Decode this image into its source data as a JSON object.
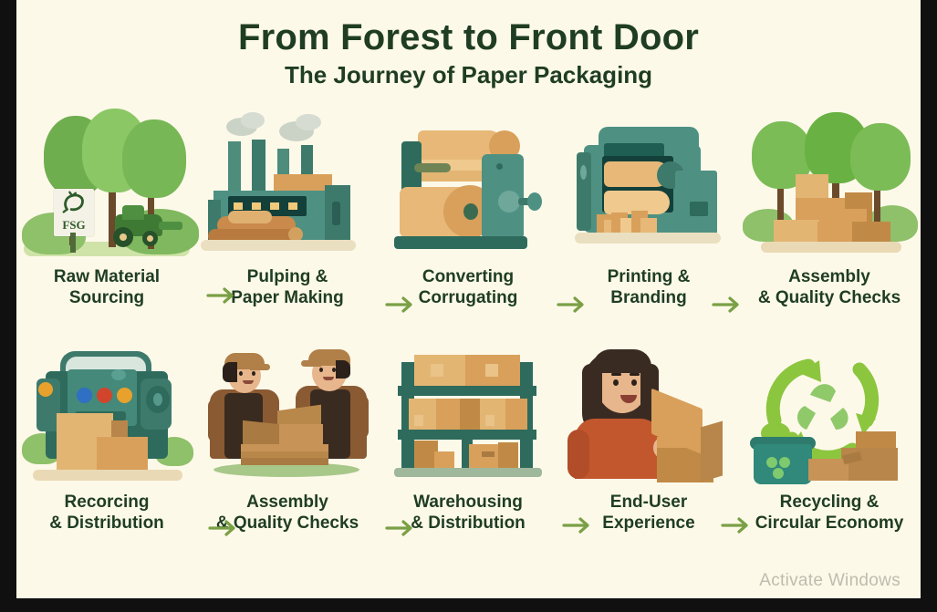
{
  "header": {
    "title": "From Forest to Front Door",
    "subtitle": "The Journey of Paper Packaging"
  },
  "colors": {
    "background": "#FDF9E9",
    "text_green": "#1F3D22",
    "arrow_green": "#7AA045",
    "leaf_green": "#7CB342",
    "teal_machine": "#3E8476",
    "dark_teal": "#1F5E52",
    "kraft": "#D9A05B",
    "kraft_dark": "#B07C3E",
    "skin": "#E8B68C",
    "apron": "#3A2B20",
    "shirt_rust": "#C2572E",
    "watermark_gray": "#BFBCAE"
  },
  "row1": [
    {
      "label_line1": "Raw Material",
      "label_line2": "Sourcing",
      "art": "forest-sourcing",
      "sign_text": "FSG"
    },
    {
      "label_line1": "Pulping &",
      "label_line2": "Paper Making",
      "art": "pulp-factory"
    },
    {
      "label_line1": "Converting",
      "label_line2": "Corrugating",
      "art": "corrugating-machine"
    },
    {
      "label_line1": "Printing &",
      "label_line2": "Branding",
      "art": "printing-press"
    },
    {
      "label_line1": "Assembly",
      "label_line2": "& Quality Checks",
      "art": "boxes-in-forest"
    }
  ],
  "row2": [
    {
      "label_line1": "Recorcing",
      "label_line2": "& Distribution",
      "art": "delivery-machine"
    },
    {
      "label_line1": "Assembly",
      "label_line2": "& Quality Checks",
      "art": "workers-assembling"
    },
    {
      "label_line1": "Warehousing",
      "label_line2": "& Distribution",
      "art": "warehouse-rack"
    },
    {
      "label_line1": "End-User",
      "label_line2": "Experience",
      "art": "customer-unboxing"
    },
    {
      "label_line1": "Recycling &",
      "label_line2": "Circular Economy",
      "art": "recycling-loop"
    }
  ],
  "arrows": {
    "glyph": "arrow-right",
    "count_row1": 4,
    "count_row2": 4
  },
  "watermark": {
    "text": "Activate Windows"
  }
}
